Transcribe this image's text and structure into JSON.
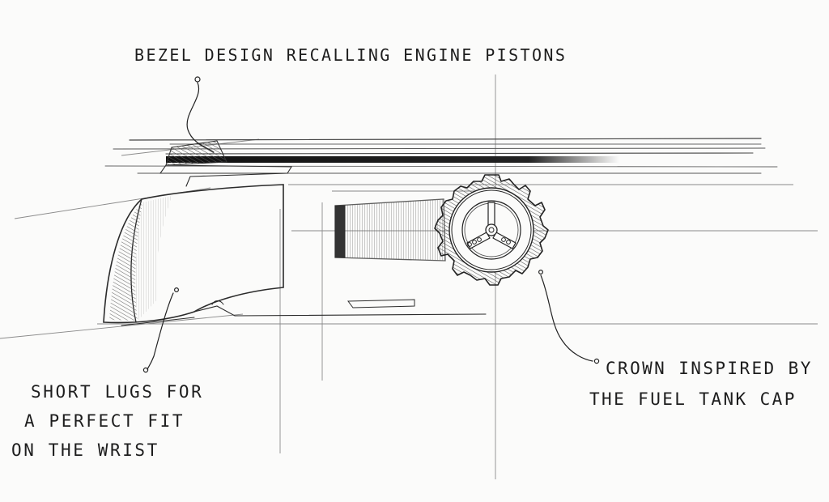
{
  "annotations": {
    "bezel": "BEZEL DESIGN RECALLING ENGINE PISTONS",
    "lugs": [
      "SHORT LUGS FOR",
      "A PERFECT FIT",
      "ON THE WRIST"
    ],
    "crown": [
      "CROWN INSPIRED BY",
      "THE FUEL TANK CAP"
    ]
  },
  "colors": {
    "paper": "#fbfbfa",
    "ink": "#1d1d1d",
    "pencil": "#3a3a3a"
  }
}
